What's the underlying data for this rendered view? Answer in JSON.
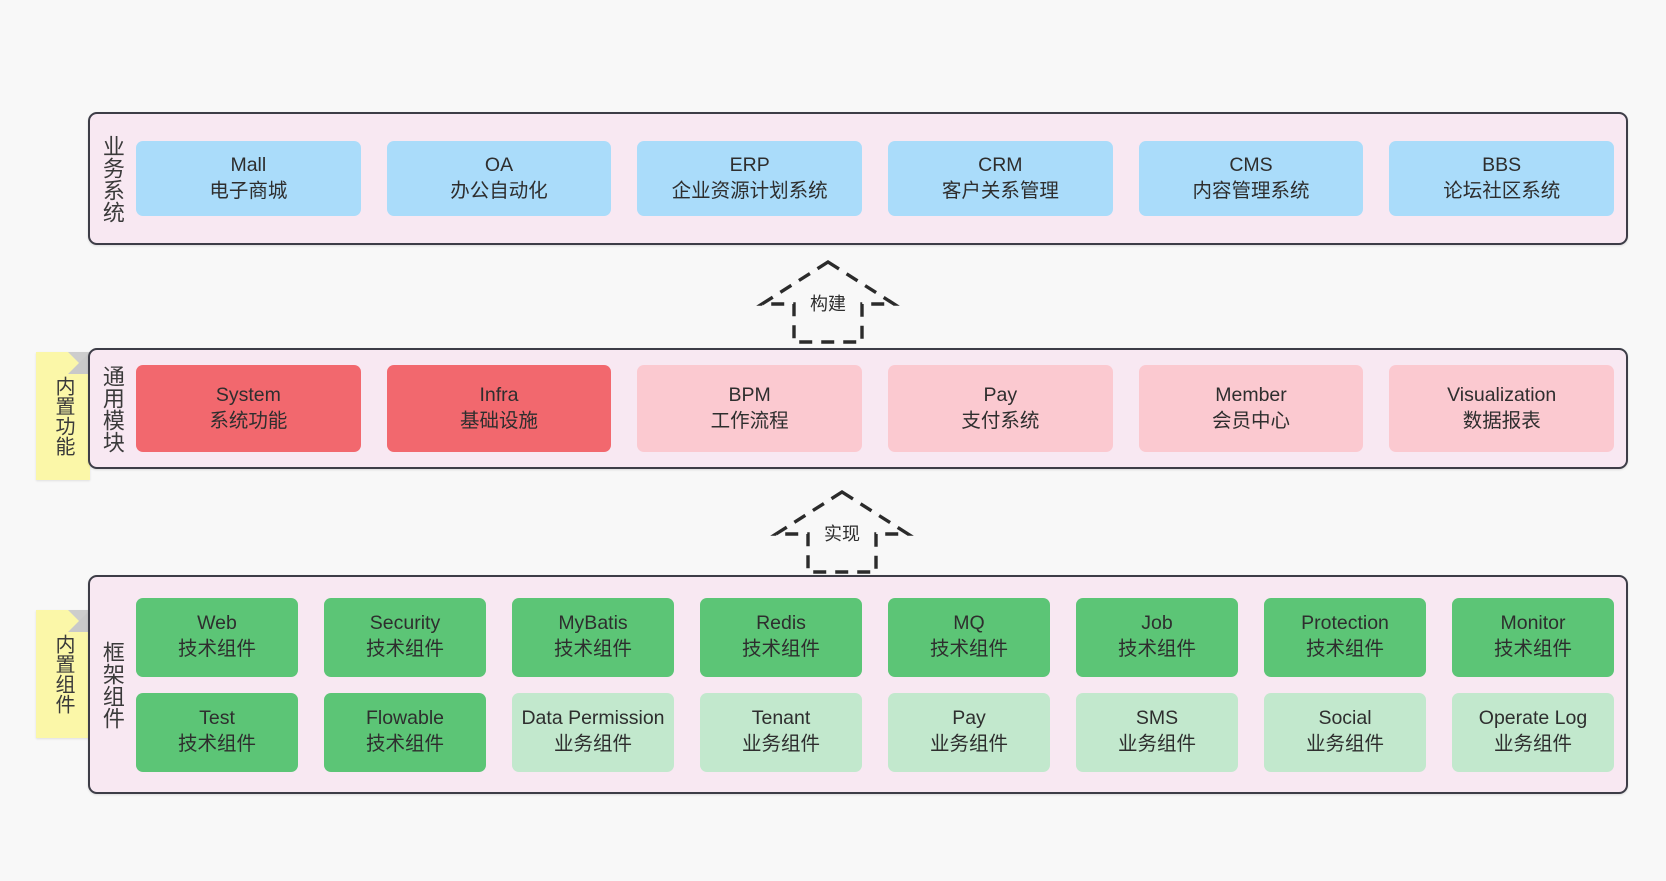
{
  "diagram": {
    "title": "",
    "background": "#f8f8f8",
    "colors": {
      "layer_fill": "#f8e8f2",
      "layer_border": "#3d3d47",
      "business_cell": "#aadcfa",
      "module_primary": "#f2686e",
      "module_secondary": "#fbc9d0",
      "component_tech": "#5cc576",
      "component_biz": "#c2e8cd",
      "sticky_note": "#fbf7a8"
    }
  },
  "layers": [
    {
      "id": "business",
      "title": "业务系统",
      "rows": [
        {
          "cells": [
            {
              "name": "Mall",
              "desc": "电子商城",
              "color": "#aadcfa"
            },
            {
              "name": "OA",
              "desc": "办公自动化",
              "color": "#aadcfa"
            },
            {
              "name": "ERP",
              "desc": "企业资源计划系统",
              "color": "#aadcfa"
            },
            {
              "name": "CRM",
              "desc": "客户关系管理",
              "color": "#aadcfa"
            },
            {
              "name": "CMS",
              "desc": "内容管理系统",
              "color": "#aadcfa"
            },
            {
              "name": "BBS",
              "desc": "论坛社区系统",
              "color": "#aadcfa"
            }
          ]
        }
      ]
    },
    {
      "id": "common",
      "title": "通用模块",
      "sticky": "内置功能",
      "rows": [
        {
          "cells": [
            {
              "name": "System",
              "desc": "系统功能",
              "color": "#f2686e"
            },
            {
              "name": "Infra",
              "desc": "基础设施",
              "color": "#f2686e"
            },
            {
              "name": "BPM",
              "desc": "工作流程",
              "color": "#fbc9d0"
            },
            {
              "name": "Pay",
              "desc": "支付系统",
              "color": "#fbc9d0"
            },
            {
              "name": "Member",
              "desc": "会员中心",
              "color": "#fbc9d0"
            },
            {
              "name": "Visualization",
              "desc": "数据报表",
              "color": "#fbc9d0"
            }
          ]
        }
      ]
    },
    {
      "id": "framework",
      "title": "框架组件",
      "sticky": "内置组件",
      "rows": [
        {
          "cells": [
            {
              "name": "Web",
              "desc": "技术组件",
              "color": "#5cc576"
            },
            {
              "name": "Security",
              "desc": "技术组件",
              "color": "#5cc576"
            },
            {
              "name": "MyBatis",
              "desc": "技术组件",
              "color": "#5cc576"
            },
            {
              "name": "Redis",
              "desc": "技术组件",
              "color": "#5cc576"
            },
            {
              "name": "MQ",
              "desc": "技术组件",
              "color": "#5cc576"
            },
            {
              "name": "Job",
              "desc": "技术组件",
              "color": "#5cc576"
            },
            {
              "name": "Protection",
              "desc": "技术组件",
              "color": "#5cc576"
            },
            {
              "name": "Monitor",
              "desc": "技术组件",
              "color": "#5cc576"
            }
          ]
        },
        {
          "cells": [
            {
              "name": "Test",
              "desc": "技术组件",
              "color": "#5cc576"
            },
            {
              "name": "Flowable",
              "desc": "技术组件",
              "color": "#5cc576"
            },
            {
              "name": "Data Permission",
              "desc": "业务组件",
              "color": "#c2e8cd",
              "wrap": true
            },
            {
              "name": "Tenant",
              "desc": "业务组件",
              "color": "#c2e8cd"
            },
            {
              "name": "Pay",
              "desc": "业务组件",
              "color": "#c2e8cd"
            },
            {
              "name": "SMS",
              "desc": "业务组件",
              "color": "#c2e8cd"
            },
            {
              "name": "Social",
              "desc": "业务组件",
              "color": "#c2e8cd"
            },
            {
              "name": "Operate Log",
              "desc": "业务组件",
              "color": "#c2e8cd"
            }
          ]
        }
      ]
    }
  ],
  "arrows": [
    {
      "id": "build",
      "label": "构建",
      "direction": "up"
    },
    {
      "id": "implement",
      "label": "实现",
      "direction": "up"
    }
  ]
}
